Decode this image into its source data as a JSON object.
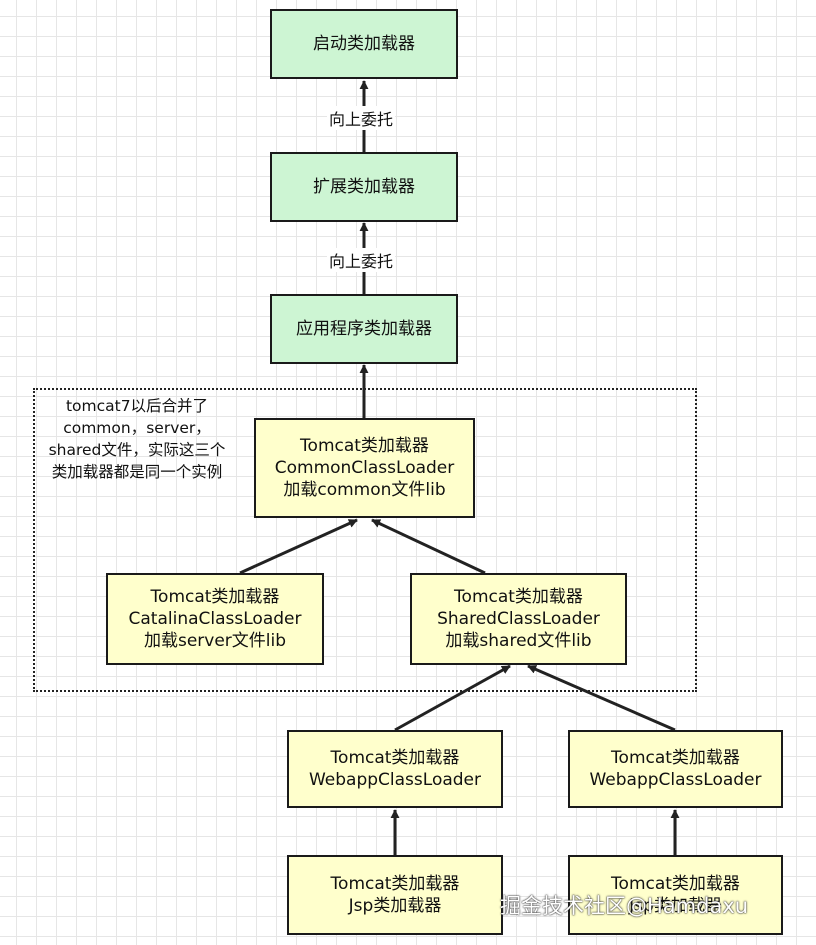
{
  "nodes": {
    "bootstrap": {
      "lines": [
        "启动类加载器"
      ]
    },
    "extension": {
      "lines": [
        "扩展类加载器"
      ]
    },
    "application": {
      "lines": [
        "应用程序类加载器"
      ]
    },
    "common": {
      "lines": [
        "Tomcat类加载器",
        "CommonClassLoader",
        "加载common文件lib"
      ]
    },
    "catalina": {
      "lines": [
        "Tomcat类加载器",
        "CatalinaClassLoader",
        "加载server文件lib"
      ]
    },
    "shared": {
      "lines": [
        "Tomcat类加载器",
        "SharedClassLoader",
        "加载shared文件lib"
      ]
    },
    "webapp1": {
      "lines": [
        "Tomcat类加载器",
        "WebappClassLoader"
      ]
    },
    "webapp2": {
      "lines": [
        "Tomcat类加载器",
        "WebappClassLoader"
      ]
    },
    "jsp1": {
      "lines": [
        "Tomcat类加载器",
        "Jsp类加载器"
      ]
    },
    "jsp2": {
      "lines": [
        "Tomcat类加载器",
        "Jsp类加载器"
      ]
    }
  },
  "edges": {
    "ext_to_boot_label": "向上委托",
    "app_to_ext_label": "向上委托"
  },
  "note": {
    "lines": [
      "tomcat7以后合并了",
      "common，server，",
      "shared文件，实际这三个",
      "类加载器都是同一个实例"
    ]
  },
  "watermark": "掘金技术社区@Hamdaxu",
  "colors": {
    "jvm_node_fill": "#cdf5d3",
    "tomcat_node_fill": "#ffffcc",
    "border": "#1a1a1a"
  }
}
